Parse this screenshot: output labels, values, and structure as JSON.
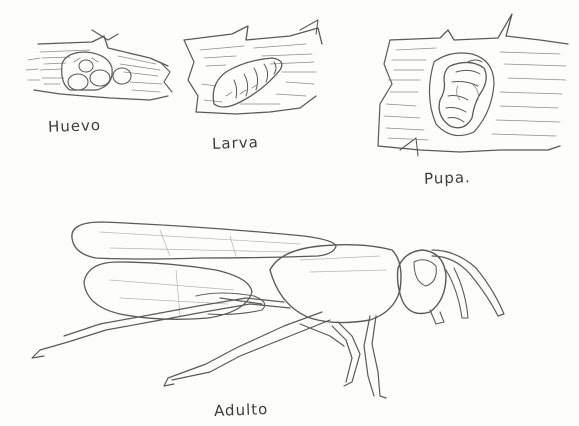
{
  "stages": {
    "egg": "Huevo",
    "larva": "Larva",
    "pupa": "Pupa.",
    "adult": "Adulto"
  },
  "colors": {
    "pencil": "#5a5a5a",
    "paper": "#fdfdfc"
  }
}
